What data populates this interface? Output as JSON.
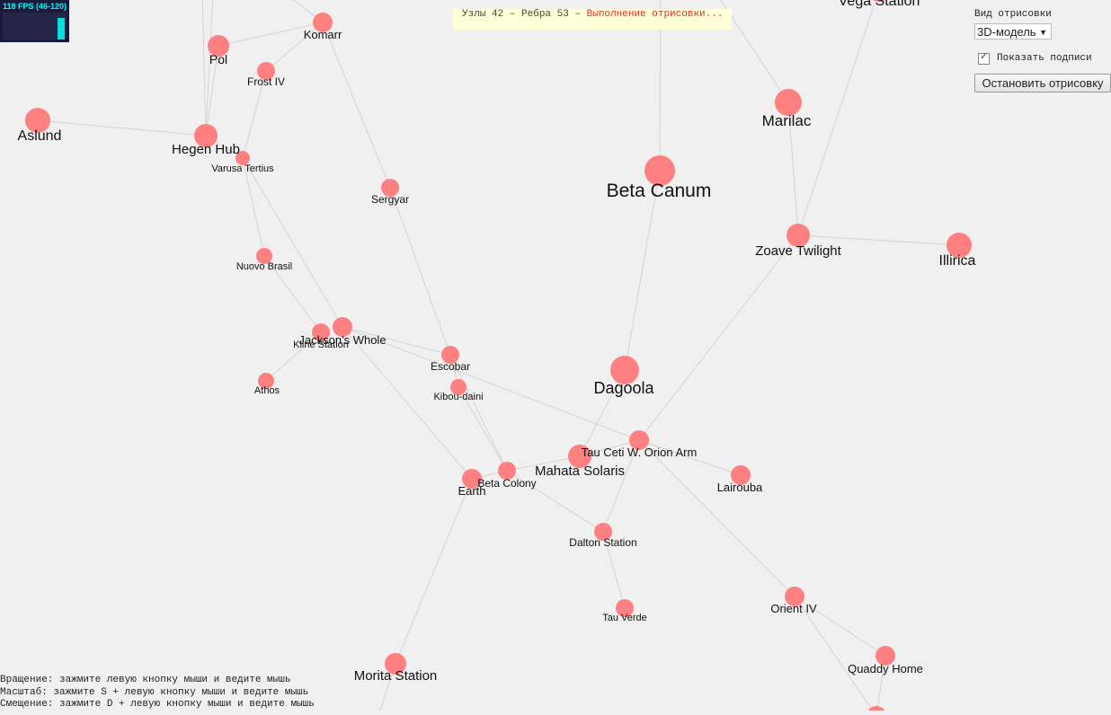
{
  "fps": {
    "text": "118 FPS (46-120)"
  },
  "status": {
    "prefix": "Узлы 42 – Ребра 53 – ",
    "progress": "Выполнение отрисовки..."
  },
  "controls": {
    "render_view_label": "Вид отрисовки",
    "render_view_value": "3D-модель",
    "show_labels_label": "Показать подписи",
    "show_labels_checked": true,
    "stop_button": "Остановить отрисовку"
  },
  "help": {
    "rotate": "Вращение: зажмите левую кнопку мыши и ведите мышь",
    "zoom": "Масштаб: зажмите S + левую кнопку мыши и ведите мышь",
    "pan": "Смещение: зажмите D + левую кнопку мыши и ведите мышь"
  },
  "colors": {
    "node": "#ff8080",
    "edge": "#d4d4d4",
    "label": "#111111"
  },
  "graph": {
    "nodes": [
      {
        "id": "Vega Station",
        "label": "Vega Station"
      },
      {
        "id": "Komarr",
        "label": "Komarr"
      },
      {
        "id": "Pol",
        "label": "Pol"
      },
      {
        "id": "Frost IV",
        "label": "Frost IV"
      },
      {
        "id": "Aslund",
        "label": "Aslund"
      },
      {
        "id": "Hegen Hub",
        "label": "Hegen Hub"
      },
      {
        "id": "Varusa Tertius",
        "label": "Varusa Tertius"
      },
      {
        "id": "Sergyar",
        "label": "Sergyar"
      },
      {
        "id": "Marilac",
        "label": "Marilac"
      },
      {
        "id": "Beta Canum",
        "label": "Beta Canum"
      },
      {
        "id": "Zoave Twilight",
        "label": "Zoave Twilight"
      },
      {
        "id": "Illirica",
        "label": "Illirica"
      },
      {
        "id": "Nuovo Brasil",
        "label": "Nuovo Brasil"
      },
      {
        "id": "Kline Station",
        "label": "Kline Station"
      },
      {
        "id": "Jackson's Whole",
        "label": "Jackson's Whole"
      },
      {
        "id": "Athos",
        "label": "Athos"
      },
      {
        "id": "Escobar",
        "label": "Escobar"
      },
      {
        "id": "Kibou-daini",
        "label": "Kibou-daini"
      },
      {
        "id": "Dagoola",
        "label": "Dagoola"
      },
      {
        "id": "Tau Ceti W. Orion Arm",
        "label": "Tau Ceti W. Orion Arm"
      },
      {
        "id": "Mahata Solaris",
        "label": "Mahata Solaris"
      },
      {
        "id": "Beta Colony",
        "label": "Beta Colony"
      },
      {
        "id": "Earth",
        "label": "Earth"
      },
      {
        "id": "Lairouba",
        "label": "Lairouba"
      },
      {
        "id": "Dalton Station",
        "label": "Dalton Station"
      },
      {
        "id": "Tau Verde",
        "label": "Tau Verde"
      },
      {
        "id": "Orient IV",
        "label": "Orient IV"
      },
      {
        "id": "Quaddy Home",
        "label": "Quaddy Home"
      },
      {
        "id": "Morita Station",
        "label": "Morita Station"
      },
      {
        "id": "offscreen-1",
        "label": ""
      }
    ],
    "edges": [
      [
        "Komarr",
        "Pol"
      ],
      [
        "Komarr",
        "Frost IV"
      ],
      [
        "Komarr",
        "Sergyar"
      ],
      [
        "Pol",
        "Hegen Hub"
      ],
      [
        "Aslund",
        "Hegen Hub"
      ],
      [
        "Hegen Hub",
        "Varusa Tertius"
      ],
      [
        "Frost IV",
        "Varusa Tertius"
      ],
      [
        "Varusa Tertius",
        "Nuovo Brasil"
      ],
      [
        "Varusa Tertius",
        "Jackson's Whole"
      ],
      [
        "Nuovo Brasil",
        "Kline Station"
      ],
      [
        "Kline Station",
        "Athos"
      ],
      [
        "Jackson's Whole",
        "Escobar"
      ],
      [
        "Jackson's Whole",
        "Tau Ceti W. Orion Arm"
      ],
      [
        "Jackson's Whole",
        "Earth"
      ],
      [
        "Sergyar",
        "Escobar"
      ],
      [
        "Escobar",
        "Kibou-daini"
      ],
      [
        "Escobar",
        "Beta Colony"
      ],
      [
        "Kibou-daini",
        "Beta Colony"
      ],
      [
        "Vega Station",
        "Zoave Twilight"
      ],
      [
        "Marilac",
        "Zoave Twilight"
      ],
      [
        "Zoave Twilight",
        "Illirica"
      ],
      [
        "Zoave Twilight",
        "Tau Ceti W. Orion Arm"
      ],
      [
        "Beta Canum",
        "Dagoola"
      ],
      [
        "Dagoola",
        "Mahata Solaris"
      ],
      [
        "Tau Ceti W. Orion Arm",
        "Mahata Solaris"
      ],
      [
        "Tau Ceti W. Orion Arm",
        "Lairouba"
      ],
      [
        "Tau Ceti W. Orion Arm",
        "Orient IV"
      ],
      [
        "Tau Ceti W. Orion Arm",
        "Dalton Station"
      ],
      [
        "Mahata Solaris",
        "Beta Colony"
      ],
      [
        "Beta Colony",
        "Earth"
      ],
      [
        "Beta Colony",
        "Dalton Station"
      ],
      [
        "Dalton Station",
        "Tau Verde"
      ],
      [
        "Earth",
        "Morita Station"
      ],
      [
        "Orient IV",
        "Quaddy Home"
      ],
      [
        "Orient IV",
        "offscreen-1"
      ],
      [
        "Quaddy Home",
        "offscreen-1"
      ]
    ]
  }
}
